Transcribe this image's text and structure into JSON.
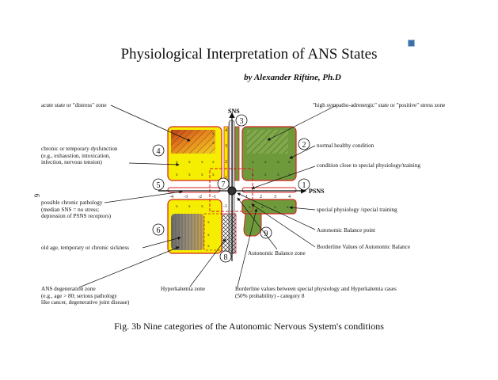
{
  "title": "Physiological Interpretation of ANS States",
  "author": "by Alexander   Riftine, Ph.D",
  "caption": "Fig. 3b  Nine categories of the Autonomic Nervous System's conditions",
  "side_number": "6",
  "axes": {
    "y_label": "SNS",
    "x_label": "PSNS"
  },
  "ticks": {
    "sns_positive": [
      "4",
      "3",
      "2",
      "1"
    ],
    "sns_negative": [
      "-1"
    ],
    "psns_positive": [
      "1",
      "2",
      "3",
      "4"
    ],
    "psns_negative": [
      "-4",
      "-3",
      "-2",
      "-1"
    ]
  },
  "zone_numbers": [
    "1",
    "2",
    "3",
    "4",
    "5",
    "6",
    "7",
    "8",
    "9"
  ],
  "labels": {
    "acute": "acute state or \"distress\" zone",
    "high_stress": "\"high sympatho-adrenergic\" state or \"positive\" stress zone",
    "normal": "normal healthy condition",
    "chronic": [
      "chronic or temporary dysfunction",
      "(e.g., exhaustion, intoxication,",
      "infection, nervous tension)"
    ],
    "close_special": "condition close to special physiology/training",
    "possible_chronic": [
      "possible chronic pathology",
      "(median SNS = no stress;",
      "depression of PSNS receptors)"
    ],
    "special": "special physiology /special training",
    "balance_point": "Autonomic Balance point",
    "old_age": "old age, temporary or chronic sickness",
    "borderline_balance": "Borderline Values of Autonomic Balance",
    "balance_zone": "Autonomic Balance zone",
    "degeneration": [
      "ANS degeneration zone",
      "(e.g., age > 80; serious pathology",
      "like cancer, degenerative joint disease)"
    ],
    "hyperkalemia": "Hyperkalemia zone",
    "borderline_special": [
      "Borderline values between special physiology and Hyperkalemia cases",
      "(50% probability) - category 8"
    ]
  },
  "colors": {
    "yellow": "#f5ee00",
    "green": "#6f9a3c",
    "orange": "#e07a1f",
    "gray": "#8f8c8c",
    "red_outline": "#d42020"
  }
}
